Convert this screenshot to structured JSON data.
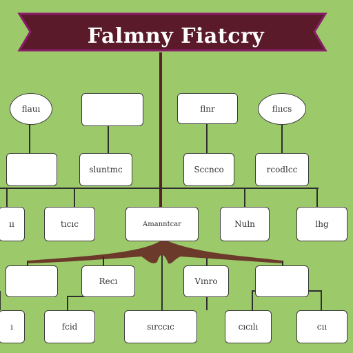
{
  "title": "Falmny Fiatcry",
  "colors": {
    "background": "#9cc96a",
    "ribbon": "#5a1a2a",
    "ribbon_border": "#8a1d6a",
    "trunk": "#5a2228",
    "lines": "#2e2e2e",
    "roots": "#6b3a2a"
  },
  "nodes": {
    "top_oval_left": "flauı",
    "top_box_left": "",
    "top_box_right": "flnr",
    "top_oval_right": "flııcs",
    "row2_box_1": "",
    "row2_box_2": "sluntmc",
    "row2_box_3": "Sccnco",
    "row2_box_4": "rcodlcc",
    "row3_box_1": "ıı",
    "row3_box_2": "tıcıc",
    "row3_center": "Amanntcar",
    "row3_box_4": "Nuln",
    "row3_box_5": "lhg",
    "row4_box_1": "",
    "row4_box_2": "Recı",
    "row4_box_3": "Vınro",
    "row4_box_4": "",
    "row5_box_1": "ı",
    "row5_box_2": "fcid",
    "row5_box_3": "sırccıc",
    "row5_box_4": "cıcılı",
    "row5_box_5": "cıı"
  }
}
